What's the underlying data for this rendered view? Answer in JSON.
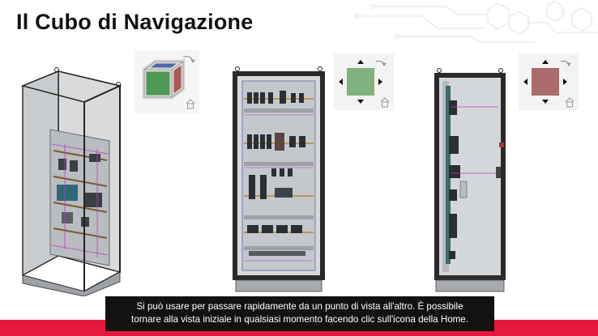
{
  "title": "Il Cubo di Navigazione",
  "caption": {
    "line1": "Si può usare per passare rapidamente da un punto di vista all'altro. È possibile",
    "line2": "tornare alla vista iniziale in qualsiasi momento facendo clic sull'icona della Home."
  },
  "colors": {
    "accent_red": "#e6173d",
    "cube_front_green": "#7fb27f",
    "cube_side_red": "#a96b6b",
    "caption_bg": "#121212"
  },
  "views": [
    {
      "name": "iso-view",
      "cube": "full-cube-icon"
    },
    {
      "name": "front-view",
      "cube": "front-face-icon"
    },
    {
      "name": "side-view",
      "cube": "side-face-icon"
    }
  ]
}
